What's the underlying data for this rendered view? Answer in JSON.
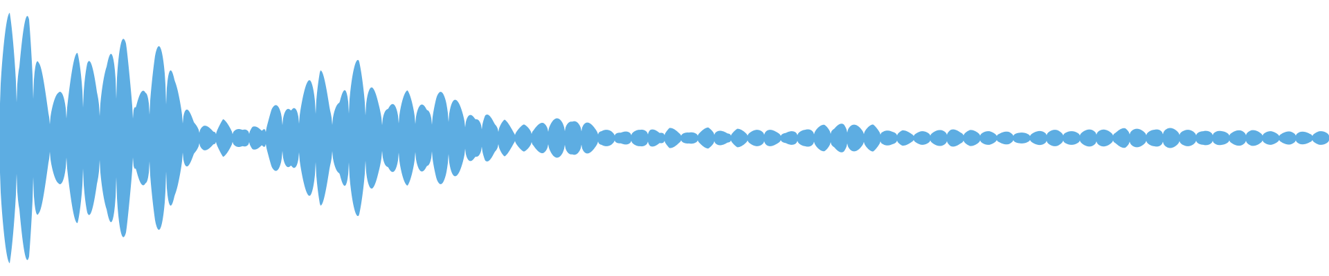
{
  "waveform": {
    "color": "#5DADE2",
    "background": "#FFFFFF",
    "envelope": [
      0.72,
      0.93,
      0.67,
      0.99,
      0.58,
      0.28,
      0.33,
      0.42,
      0.66,
      0.62,
      0.43,
      0.53,
      0.82,
      0.7,
      0.28,
      0.38,
      0.64,
      0.74,
      0.42,
      0.28,
      0.12,
      0.1,
      0.06,
      0.14,
      0.08,
      0.06,
      0.1,
      0.06,
      0.22,
      0.28,
      0.2,
      0.32,
      0.45,
      0.55,
      0.28,
      0.26,
      0.52,
      0.58,
      0.42,
      0.3,
      0.22,
      0.3,
      0.35,
      0.28,
      0.22,
      0.33,
      0.35,
      0.28,
      0.22,
      0.14,
      0.2,
      0.12,
      0.14,
      0.06,
      0.1,
      0.08,
      0.12,
      0.14,
      0.15,
      0.12,
      0.14,
      0.1,
      0.06,
      0.06,
      0.04,
      0.06,
      0.06,
      0.08,
      0.04,
      0.08,
      0.05,
      0.04,
      0.05,
      0.08,
      0.06,
      0.04,
      0.07,
      0.05,
      0.06,
      0.07,
      0.05,
      0.04,
      0.06,
      0.06,
      0.08,
      0.1,
      0.08,
      0.12,
      0.1,
      0.08,
      0.1,
      0.06,
      0.05,
      0.06,
      0.04,
      0.05,
      0.05,
      0.06,
      0.07,
      0.05,
      0.06,
      0.05,
      0.05,
      0.04,
      0.05,
      0.04,
      0.04,
      0.05,
      0.06,
      0.06,
      0.05,
      0.05,
      0.06,
      0.07,
      0.06,
      0.05,
      0.08,
      0.07,
      0.06,
      0.06,
      0.08,
      0.07,
      0.06,
      0.06,
      0.05,
      0.06,
      0.05,
      0.05,
      0.06,
      0.06,
      0.05,
      0.05,
      0.04,
      0.05,
      0.05,
      0.04,
      0.05,
      0.05
    ],
    "cycle_count": 80
  }
}
